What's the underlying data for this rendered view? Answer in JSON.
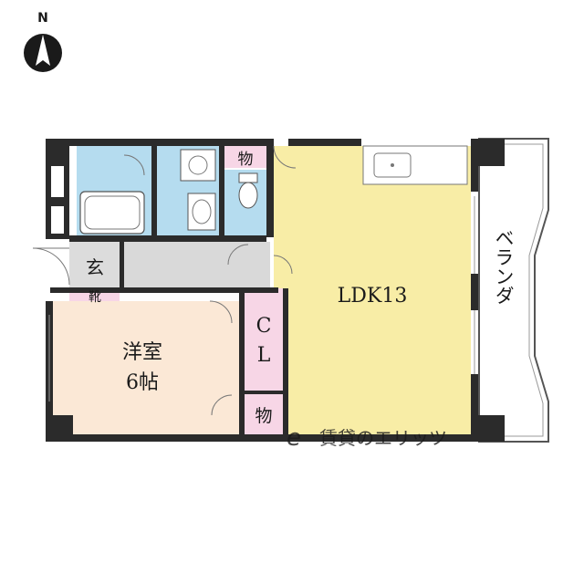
{
  "compass": {
    "label": "N"
  },
  "rooms": {
    "ldk": "LDK13",
    "western_room_line1": "洋室",
    "western_room_line2": "6帖",
    "closet_c": "C",
    "closet_l": "L",
    "storage_top": "物",
    "storage_bottom": "物",
    "entrance": "玄",
    "shoe_box": "靴",
    "balcony": "ベランダ"
  },
  "watermark": "賃貸のエリッツ",
  "colors": {
    "wall": "#2b2b2b",
    "ldk": "#f8eda6",
    "western_room": "#fbe8d6",
    "wet_area": "#b5dcef",
    "hallway": "#d9d9d9",
    "closet": "#f7d6e6"
  }
}
